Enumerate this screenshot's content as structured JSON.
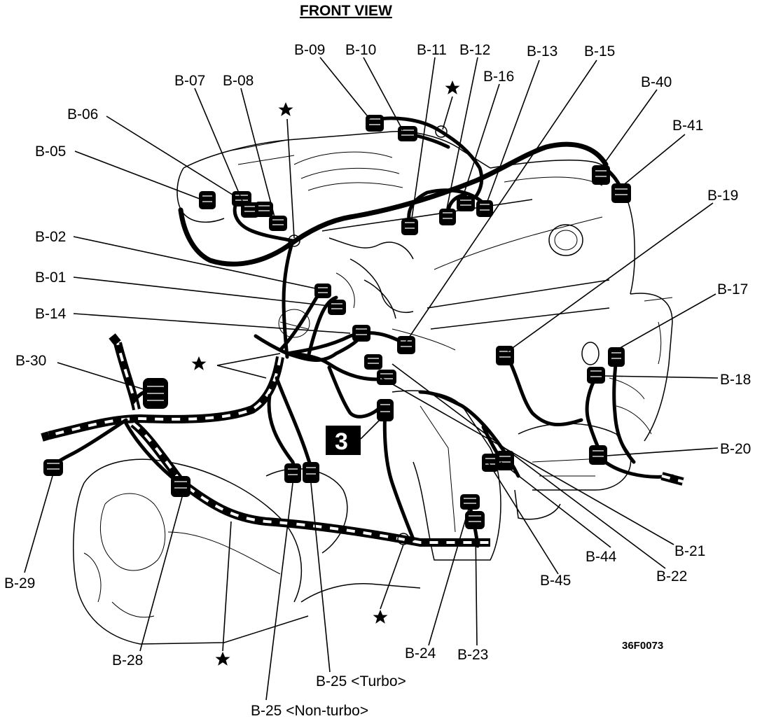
{
  "title": "FRONT VIEW",
  "figure_code": "36F0073",
  "badge": "3",
  "connectors": [
    {
      "id": "B-01",
      "label": "B-01"
    },
    {
      "id": "B-02",
      "label": "B-02"
    },
    {
      "id": "B-05",
      "label": "B-05"
    },
    {
      "id": "B-06",
      "label": "B-06"
    },
    {
      "id": "B-07",
      "label": "B-07"
    },
    {
      "id": "B-08",
      "label": "B-08"
    },
    {
      "id": "B-09",
      "label": "B-09"
    },
    {
      "id": "B-10",
      "label": "B-10"
    },
    {
      "id": "B-11",
      "label": "B-11"
    },
    {
      "id": "B-12",
      "label": "B-12"
    },
    {
      "id": "B-13",
      "label": "B-13"
    },
    {
      "id": "B-14",
      "label": "B-14"
    },
    {
      "id": "B-15",
      "label": "B-15"
    },
    {
      "id": "B-16",
      "label": "B-16"
    },
    {
      "id": "B-17",
      "label": "B-17"
    },
    {
      "id": "B-18",
      "label": "B-18"
    },
    {
      "id": "B-19",
      "label": "B-19"
    },
    {
      "id": "B-20",
      "label": "B-20"
    },
    {
      "id": "B-21",
      "label": "B-21"
    },
    {
      "id": "B-22",
      "label": "B-22"
    },
    {
      "id": "B-23",
      "label": "B-23"
    },
    {
      "id": "B-24",
      "label": "B-24"
    },
    {
      "id": "B-25-turbo",
      "label": "B-25 <Turbo>"
    },
    {
      "id": "B-25-non-turbo",
      "label": "B-25 <Non-turbo>"
    },
    {
      "id": "B-28",
      "label": "B-28"
    },
    {
      "id": "B-29",
      "label": "B-29"
    },
    {
      "id": "B-30",
      "label": "B-30"
    },
    {
      "id": "B-40",
      "label": "B-40"
    },
    {
      "id": "B-41",
      "label": "B-41"
    },
    {
      "id": "B-44",
      "label": "B-44"
    },
    {
      "id": "B-45",
      "label": "B-45"
    }
  ],
  "icons": {
    "marker": "star-icon",
    "badge": "section-badge-icon"
  }
}
